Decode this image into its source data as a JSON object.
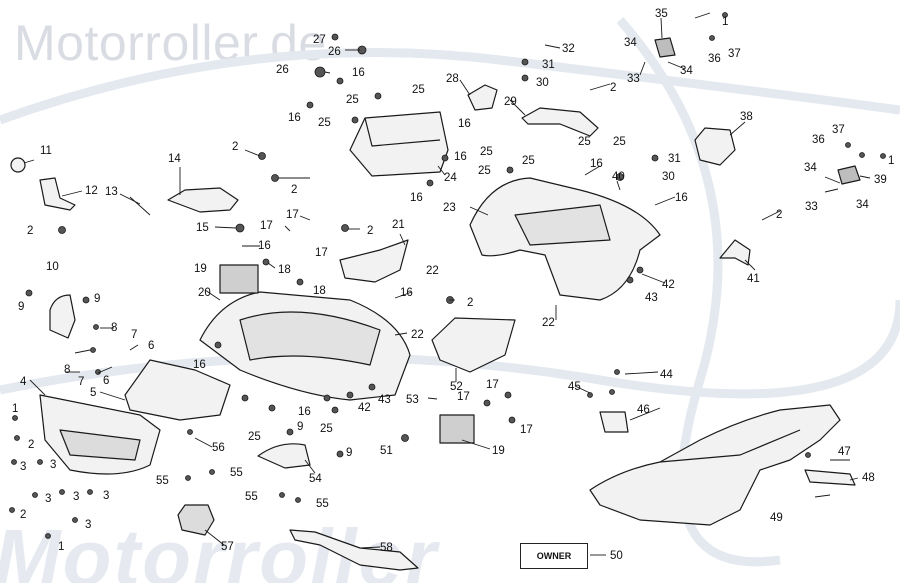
{
  "watermark": {
    "top": "Motorroller.de",
    "bottom": "Motorroller"
  },
  "owner_label": "OWNER",
  "part_numbers": [
    "1",
    "2",
    "3",
    "4",
    "5",
    "6",
    "7",
    "8",
    "9",
    "10",
    "11",
    "12",
    "13",
    "14",
    "15",
    "16",
    "17",
    "18",
    "19",
    "20",
    "21",
    "22",
    "23",
    "24",
    "25",
    "26",
    "27",
    "28",
    "29",
    "30",
    "31",
    "32",
    "33",
    "34",
    "35",
    "36",
    "37",
    "38",
    "39",
    "40",
    "41",
    "42",
    "43",
    "44",
    "45",
    "46",
    "47",
    "48",
    "49",
    "50",
    "51",
    "52",
    "53",
    "54",
    "55",
    "56",
    "57",
    "58"
  ],
  "colors": {
    "line": "#1a1a1a",
    "part_fill": "#f2f2f2",
    "dark_fill": "#555555",
    "watermark": "#dde3ea"
  }
}
